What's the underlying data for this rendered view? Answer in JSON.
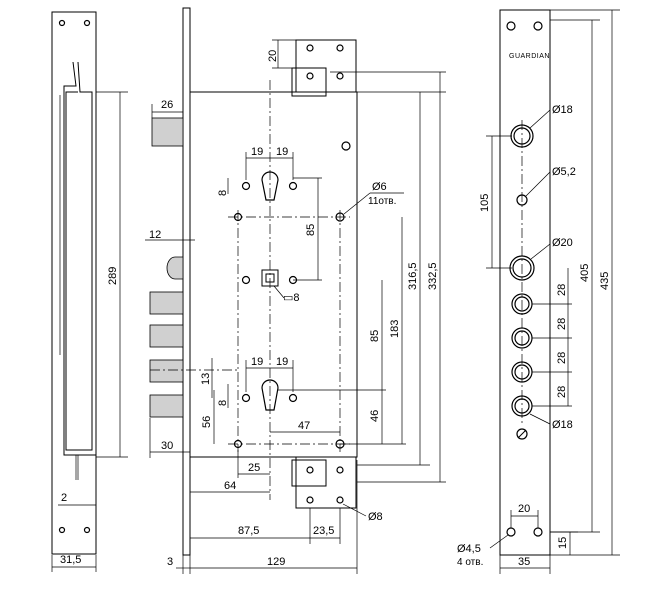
{
  "drawing": {
    "left_view": {
      "dim_height": "289",
      "dim_small": "2",
      "dim_width": "31,5"
    },
    "front_view": {
      "dim_top_20": "20",
      "dim_bolt_26": "26",
      "dim_19_a": "19",
      "dim_19_b": "19",
      "dim_8_a": "8",
      "dim_85_a": "85",
      "dim_12": "12",
      "hole_label": "Ø6",
      "hole_count": "11отв.",
      "square_label": "▭8",
      "dim_3165": "316,5",
      "dim_3325": "332,5",
      "dim_85_b": "85",
      "dim_183": "183",
      "dim_19_c": "19",
      "dim_19_d": "19",
      "dim_13": "13",
      "dim_8_b": "8",
      "dim_56": "56",
      "dim_47": "47",
      "dim_46": "46",
      "dim_30": "30",
      "dim_25": "25",
      "dim_64": "64",
      "dim_phi8": "Ø8",
      "dim_875": "87,5",
      "dim_235": "23,5",
      "dim_3": "3",
      "dim_129": "129"
    },
    "right_view": {
      "brand": "GUARDIAN",
      "phi18_top": "Ø18",
      "phi52": "Ø5,2",
      "dim_105": "105",
      "phi20": "Ø20",
      "dim_405": "405",
      "dim_435": "435",
      "dim_28_a": "28",
      "dim_28_b": "28",
      "dim_28_c": "28",
      "dim_28_d": "28",
      "phi18_bottom": "Ø18",
      "dim_20": "20",
      "dim_15": "15",
      "phi45": "Ø4,5",
      "hole_count": "4 отв.",
      "dim_35": "35"
    }
  }
}
